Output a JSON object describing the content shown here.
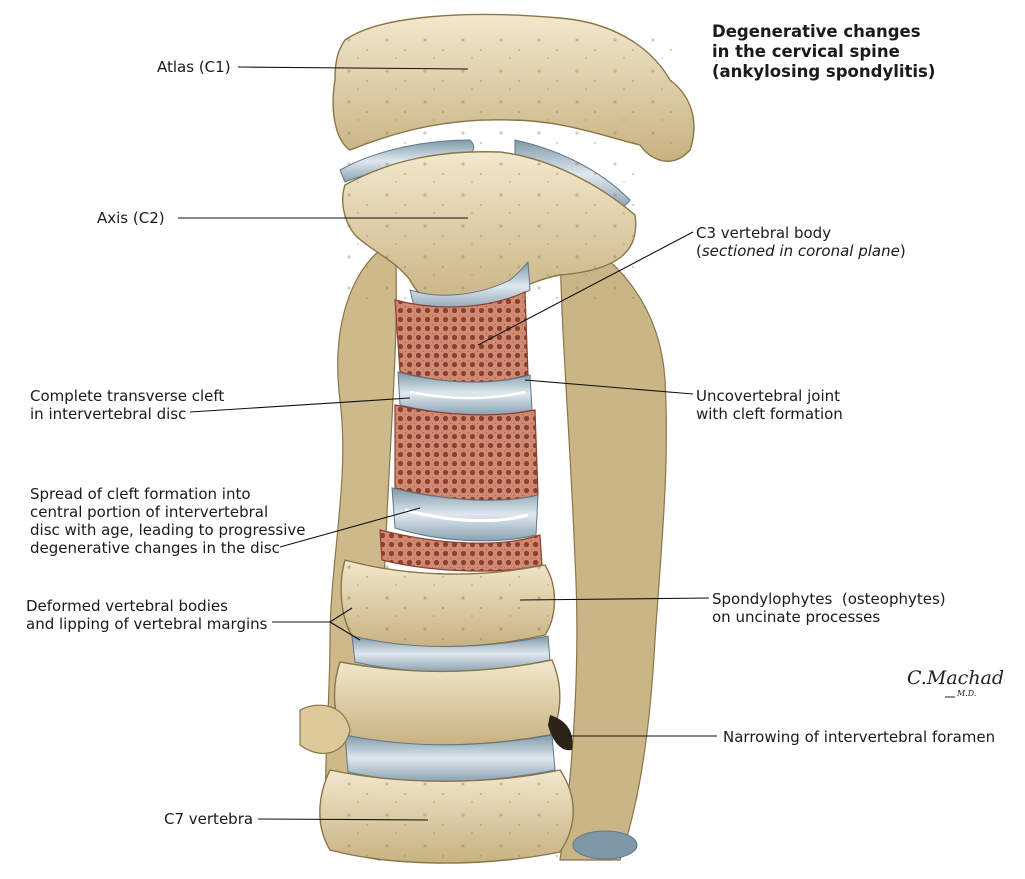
{
  "title": {
    "line1": "Degenerative changes",
    "line2": "in the cervical spine",
    "line3": "(ankylosing spondylitis)"
  },
  "labels": {
    "atlas": "Atlas (C1)",
    "axis": "Axis (C2)",
    "c3_body_line1": "C3 vertebral body",
    "c3_body_line2_open": "(",
    "c3_body_line2_italic": "sectioned in coronal plane",
    "c3_body_line2_close": ")",
    "cleft_line1": "Complete transverse cleft",
    "cleft_line2": "in intervertebral disc",
    "uncov_line1": "Uncovertebral joint",
    "uncov_line2": "with cleft formation",
    "spread_line1": "Spread of cleft formation into",
    "spread_line2": "central portion of intervertebral",
    "spread_line3": "disc with age, leading to progressive",
    "spread_line4": "degenerative changes in the disc",
    "deformed_line1": "Deformed vertebral bodies",
    "deformed_line2": "and lipping of vertebral margins",
    "spondylo_line1": "Spondylophytes  (osteophytes)",
    "spondylo_line2": "on uncinate processes",
    "narrowing": "Narrowing of intervertebral foramen",
    "c7": "C7 vertebra"
  },
  "signature": {
    "name": "C.Machado",
    "suffix": "M.D."
  },
  "colors": {
    "bone": "#eadcb4",
    "bone_shadow": "#c9b585",
    "bone_dark": "#8a7548",
    "disc": "#a9bcc8",
    "disc_light": "#dfe8ee",
    "cancellous": "#c9806a",
    "cancellous_dark": "#8e3f2f",
    "leader": "#111111"
  }
}
